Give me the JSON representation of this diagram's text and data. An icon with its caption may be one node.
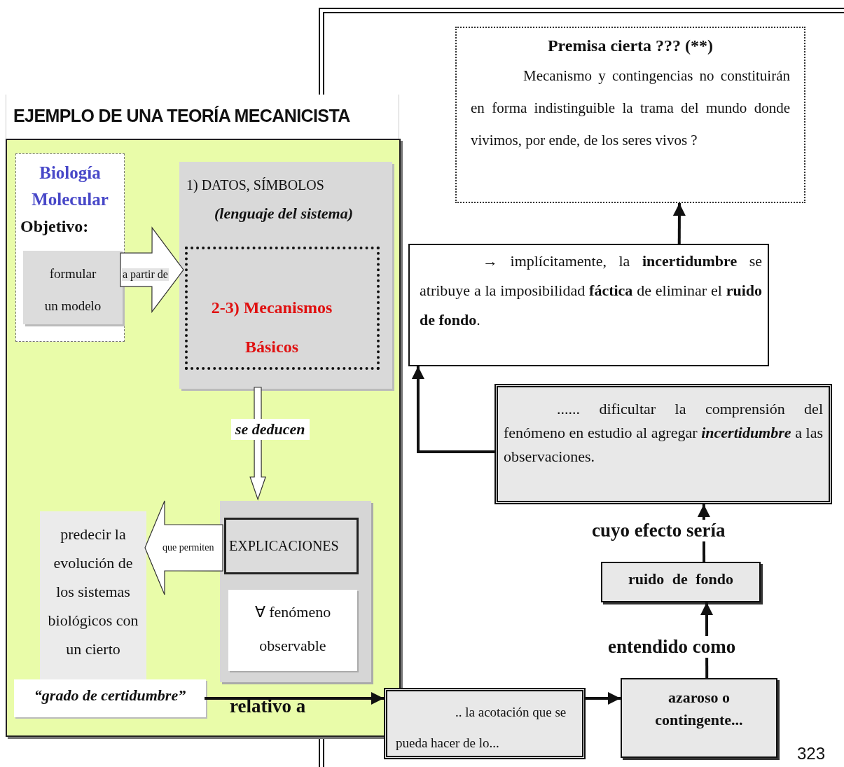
{
  "diagram": {
    "title": "EJEMPLO DE UNA TEORÍA MECANICISTA",
    "nodes": [
      {
        "text": [],
        "shape": "box"
      },
      {
        "text": [
          "Biología Molecular",
          "Objetivo:"
        ],
        "in": 0
      },
      {
        "text": [
          "formular un modelo"
        ],
        "in": 1
      },
      {
        "text": [
          "1) DATOS, SÍMBOLOS",
          "(lenguaje del sistema)"
        ],
        "in": 0
      },
      {
        "text": [
          "2-3) Mecanismos Básicos"
        ],
        "in": 3
      },
      {
        "text": [],
        "shape": "box",
        "in": 0
      },
      {
        "text": [
          "EXPLICACIONES"
        ],
        "in": 5
      },
      {
        "text": [
          "∀ fenómeno observable"
        ],
        "in": 5
      },
      {
        "text": [
          "predecir la evolución de los sistemas biológicos con un cierto"
        ],
        "in": 0
      },
      {
        "text": [
          "“grado de certidumbre”"
        ],
        "in": 0
      },
      {
        "text": [
          ".. la acotación que se pueda hacer de lo..."
        ]
      },
      {
        "text": [
          "azaroso o contingente..."
        ]
      },
      {
        "text": [
          "ruido de fondo"
        ]
      },
      {
        "text": [
          "...... dificultar la comprensión del fenómeno en estudio al agregar **incertidumbre** a las observaciones."
        ]
      },
      {
        "text": [
          "→ implícitamente, la **incertidumbre** se atribuye a la imposibilidad **fáctica** de eliminar el **ruido de fondo**."
        ]
      },
      {
        "text": [
          "Premisa cierta ???  (**)",
          "Mecanismo y contingencias no constituirán en forma indistinguible la trama del mundo donde vivimos, por ende, de los seres vivos ?"
        ]
      }
    ],
    "edges": [
      {
        "from": 2,
        "to": 4,
        "arrow": "to",
        "label": "a partir de",
        "style": "thick"
      },
      {
        "from": 3,
        "to": 5,
        "arrow": "to",
        "label": "se deducen",
        "style": "thick"
      },
      {
        "from": 6,
        "to": 8,
        "arrow": "to",
        "label": "que permiten",
        "style": "thick"
      },
      {
        "from": 9,
        "to": 10,
        "arrow": "to",
        "label": "relativo a"
      },
      {
        "from": 10,
        "to": 11,
        "arrow": "to"
      },
      {
        "from": 11,
        "to": 12,
        "arrow": "to",
        "label": "entendido como"
      },
      {
        "from": 12,
        "to": 13,
        "arrow": "to",
        "label": "cuyo efecto sería"
      },
      {
        "from": 13,
        "to": 14,
        "arrow": "to"
      },
      {
        "from": 14,
        "to": 15,
        "arrow": "to"
      }
    ],
    "labels": [
      "323"
    ]
  }
}
